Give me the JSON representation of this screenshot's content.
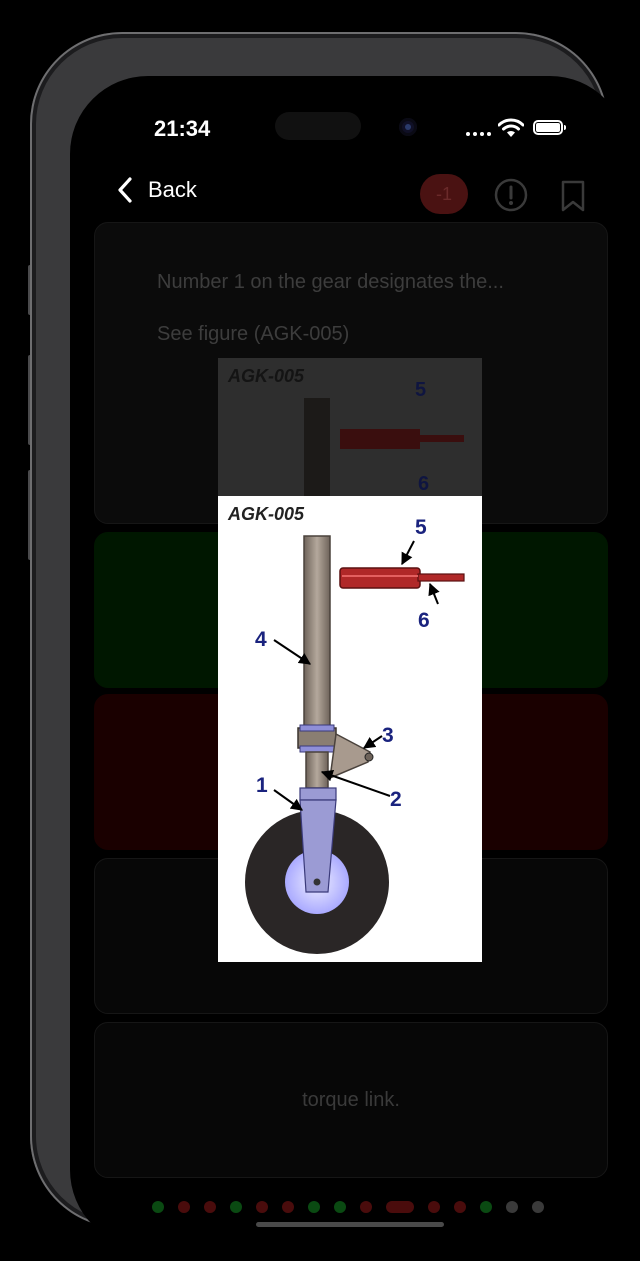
{
  "status": {
    "time": "21:34"
  },
  "nav": {
    "back_label": "Back",
    "score_badge": "-1"
  },
  "question": {
    "text": "Number 1 on the gear designates the...",
    "figure_ref": "See figure (AGK-005)"
  },
  "answers": {
    "a4": "torque link."
  },
  "figure": {
    "title": "AGK-005",
    "labels": [
      "1",
      "2",
      "3",
      "4",
      "5",
      "6"
    ]
  },
  "progress": {
    "dots": [
      "green",
      "red",
      "red",
      "green",
      "red",
      "red",
      "green",
      "green",
      "red",
      "red-pill",
      "red",
      "red",
      "green",
      "gray",
      "gray"
    ]
  },
  "colors": {
    "correct": "#0a5a0a",
    "incorrect": "#5a0a0a",
    "unanswered": "#4a4a4a",
    "label_blue": "#1a237e"
  }
}
